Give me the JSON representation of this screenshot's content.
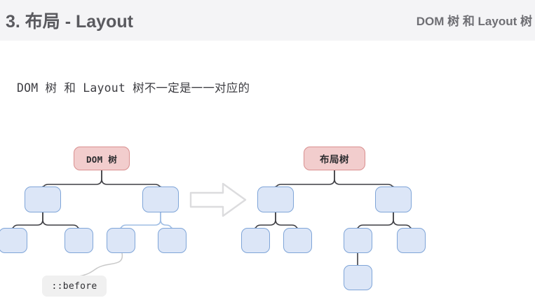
{
  "header": {
    "title": "3. 布局 - Layout",
    "subtitle": "DOM 树 和 Layout 树",
    "background_color": "#f4f4f6",
    "title_color": "#5a5a5f"
  },
  "body": {
    "caption": "DOM 树 和 Layout 树不一定是一一对应的"
  },
  "diagram": {
    "arrow": {
      "name": "transform-arrow",
      "direction": "right",
      "color": "#d8d8da"
    },
    "colors": {
      "node_fill": "#dce6f7",
      "node_border": "#7fa5d8",
      "root_fill": "#f2cdcd",
      "root_border": "#d98f8f",
      "connector_dark": "#3f3f44",
      "connector_light": "#9fbde4",
      "chip_fill": "#f0f0f0",
      "callout_line": "#c9c9c9"
    },
    "left_tree": {
      "name": "dom-tree",
      "root_label": "DOM 树",
      "root_label_font": "mono",
      "level1_count": 2,
      "level2_count": 4,
      "node_labels": [
        "",
        "",
        "",
        "",
        "",
        ""
      ]
    },
    "right_tree": {
      "name": "layout-tree",
      "root_label": "布局树",
      "root_label_font": "sans",
      "level1_count": 2,
      "level2_count": 4,
      "level3_count": 1,
      "node_labels": [
        "",
        "",
        "",
        "",
        "",
        "",
        ""
      ]
    },
    "callout": {
      "name": "pseudo-element-callout",
      "label": "::before",
      "attached_to": "dom-tree-leaf-3"
    }
  }
}
